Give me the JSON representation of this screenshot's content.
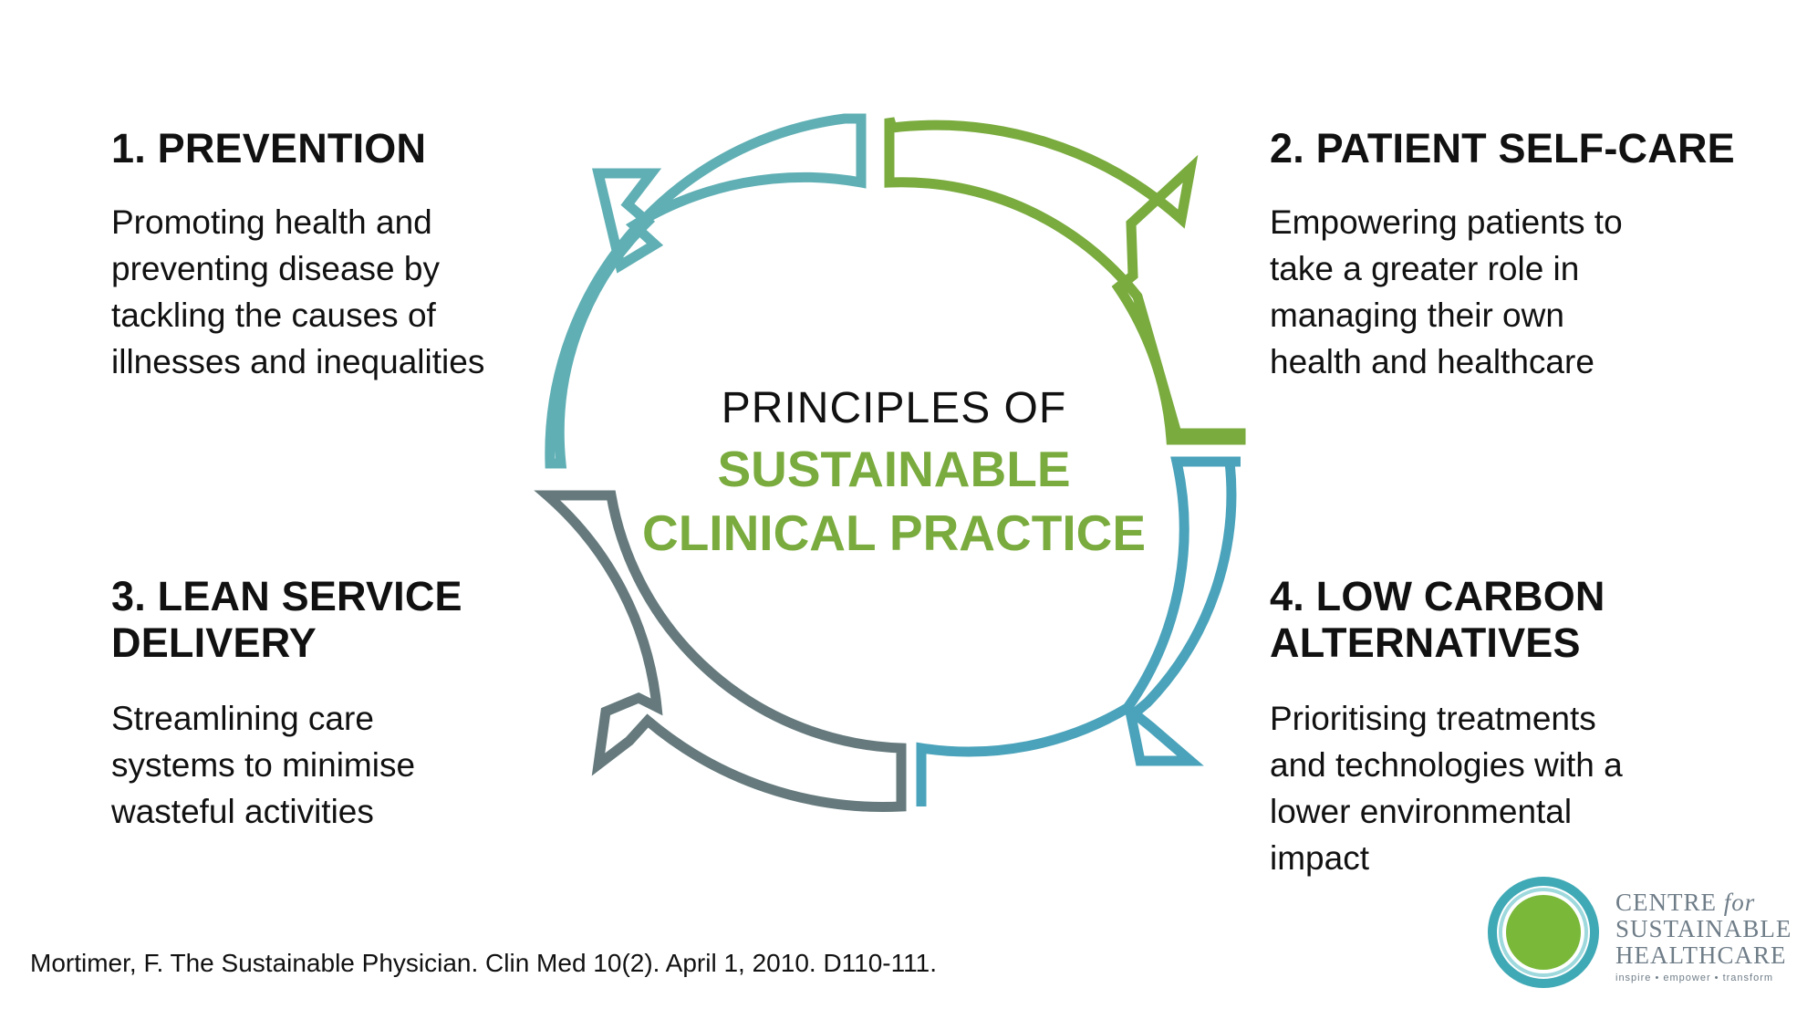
{
  "principles": [
    {
      "heading": "1. PREVENTION",
      "lines": [
        "Promoting health and",
        "preventing disease by",
        "tackling the causes of",
        "illnesses and inequalities"
      ]
    },
    {
      "heading": "2. PATIENT SELF-CARE",
      "lines": [
        "Empowering patients to",
        "take a greater role in",
        "managing their own",
        "health and healthcare"
      ]
    },
    {
      "heading_lines": [
        "3. LEAN SERVICE",
        "DELIVERY"
      ],
      "lines": [
        "Streamlining care",
        "systems to minimise",
        "wasteful activities"
      ]
    },
    {
      "heading_lines": [
        "4. LOW CARBON",
        "ALTERNATIVES"
      ],
      "lines": [
        "Prioritising treatments",
        "and technologies with a",
        "lower environmental",
        "impact"
      ]
    }
  ],
  "center": {
    "line1": "PRINCIPLES OF",
    "line2": "SUSTAINABLE",
    "line3": "CLINICAL PRACTICE"
  },
  "citation": "Mortimer, F. The Sustainable Physician. Clin Med 10(2). April 1, 2010. D110-111.",
  "logo": {
    "word1": "CENTRE",
    "word1_suffix": "for",
    "word2": "SUSTAINABLE",
    "word3": "HEALTHCARE",
    "tagline": "inspire  •  empower  •  transform"
  },
  "colors": {
    "teal": "#5fafb4",
    "green": "#7aab3e",
    "slate": "#667a7d",
    "blue": "#4aa3bb"
  }
}
